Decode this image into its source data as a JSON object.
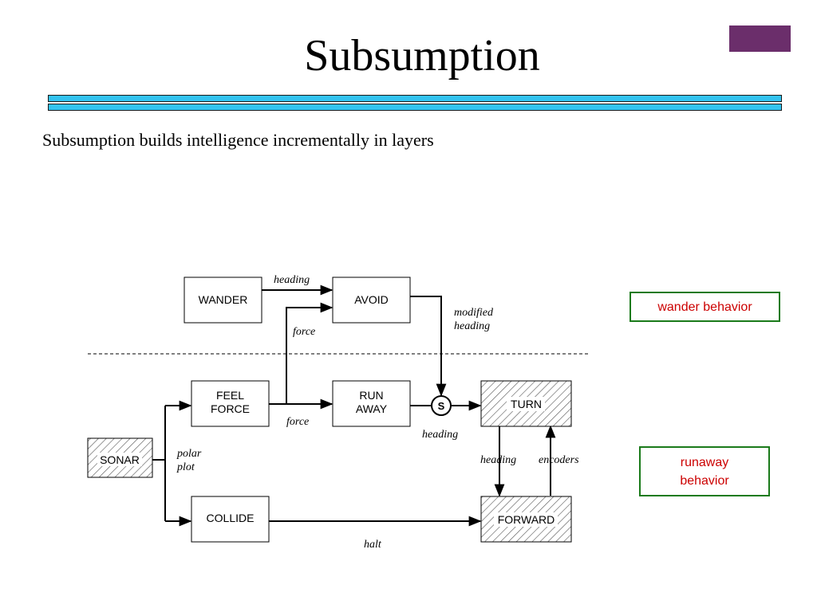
{
  "slide": {
    "title": "Subsumption",
    "subtitle": "Subsumption builds intelligence incrementally in layers",
    "accent_color": "#6b2e6b",
    "rule_color": "#33c3f0"
  },
  "diagram": {
    "modules": {
      "wander": "WANDER",
      "avoid": "AVOID",
      "feel_force_line1": "FEEL",
      "feel_force_line2": "FORCE",
      "run_away_line1": "RUN",
      "run_away_line2": "AWAY",
      "turn": "TURN",
      "sonar": "SONAR",
      "collide": "COLLIDE",
      "forward": "FORWARD"
    },
    "suppressor": "S",
    "labels": {
      "heading_top": "heading",
      "force_upper": "force",
      "modified": "modified",
      "modified_heading": "heading",
      "force_lower": "force",
      "heading_s": "heading",
      "polar": "polar",
      "plot": "plot",
      "heading_down": "heading",
      "encoders": "encoders",
      "halt": "halt"
    }
  },
  "legend": {
    "wander": "wander behavior",
    "runaway_line1": "runaway",
    "runaway_line2": "behavior",
    "border_color": "#1a7a1a",
    "text_color": "#cc0000"
  }
}
